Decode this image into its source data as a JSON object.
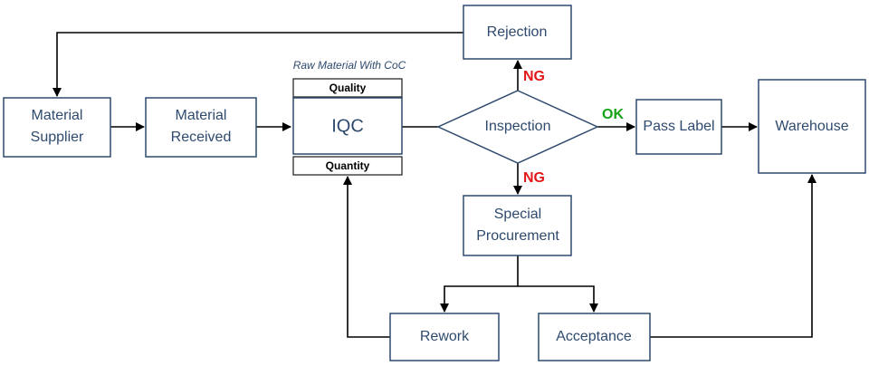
{
  "nodes": {
    "material_supplier": [
      "Material",
      "Supplier"
    ],
    "material_received": [
      "Material",
      "Received"
    ],
    "iqc": "IQC",
    "quality": "Quality",
    "quantity": "Quantity",
    "raw_material_caption": "Raw Material With CoC",
    "inspection": "Inspection",
    "rejection": "Rejection",
    "pass_label": "Pass Label",
    "warehouse": "Warehouse",
    "special_procurement": [
      "Special",
      "Procurement"
    ],
    "rework": "Rework",
    "acceptance": "Acceptance"
  },
  "edge_labels": {
    "ng_up": "NG",
    "ng_down": "NG",
    "ok": "OK"
  },
  "colors": {
    "box_stroke": "#2e4a6e",
    "label_text": "#2e4a6e",
    "ng": "#e01818",
    "ok": "#17a317",
    "arrow": "#000000"
  }
}
